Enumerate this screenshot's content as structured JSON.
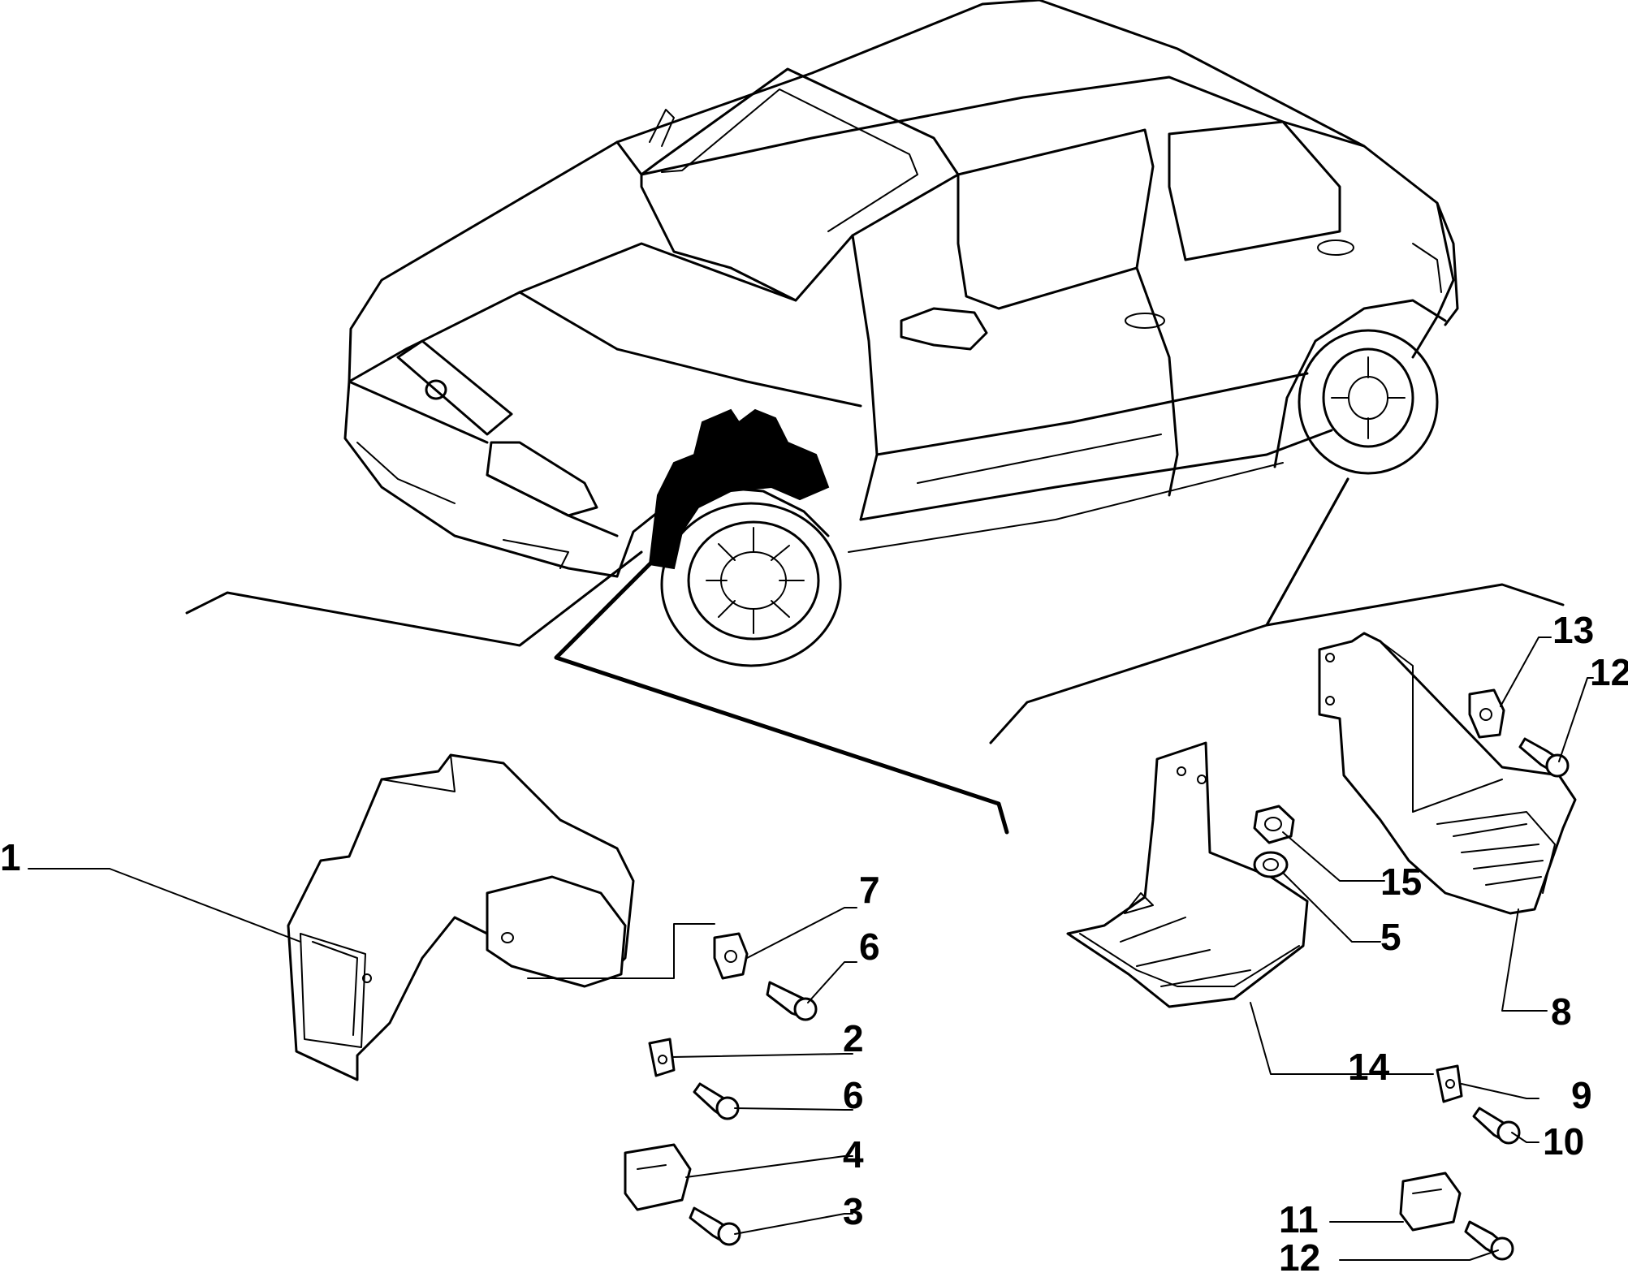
{
  "callouts": [
    {
      "id": "1",
      "label": "1"
    },
    {
      "id": "2",
      "label": "2"
    },
    {
      "id": "3",
      "label": "3"
    },
    {
      "id": "4",
      "label": "4"
    },
    {
      "id": "5",
      "label": "5"
    },
    {
      "id": "6a",
      "label": "6"
    },
    {
      "id": "6b",
      "label": "6"
    },
    {
      "id": "7",
      "label": "7"
    },
    {
      "id": "8",
      "label": "8"
    },
    {
      "id": "9",
      "label": "9"
    },
    {
      "id": "10",
      "label": "10"
    },
    {
      "id": "11",
      "label": "11"
    },
    {
      "id": "12a",
      "label": "12"
    },
    {
      "id": "12b",
      "label": "12"
    },
    {
      "id": "13",
      "label": "13"
    },
    {
      "id": "14",
      "label": "14"
    },
    {
      "id": "15",
      "label": "15"
    }
  ]
}
